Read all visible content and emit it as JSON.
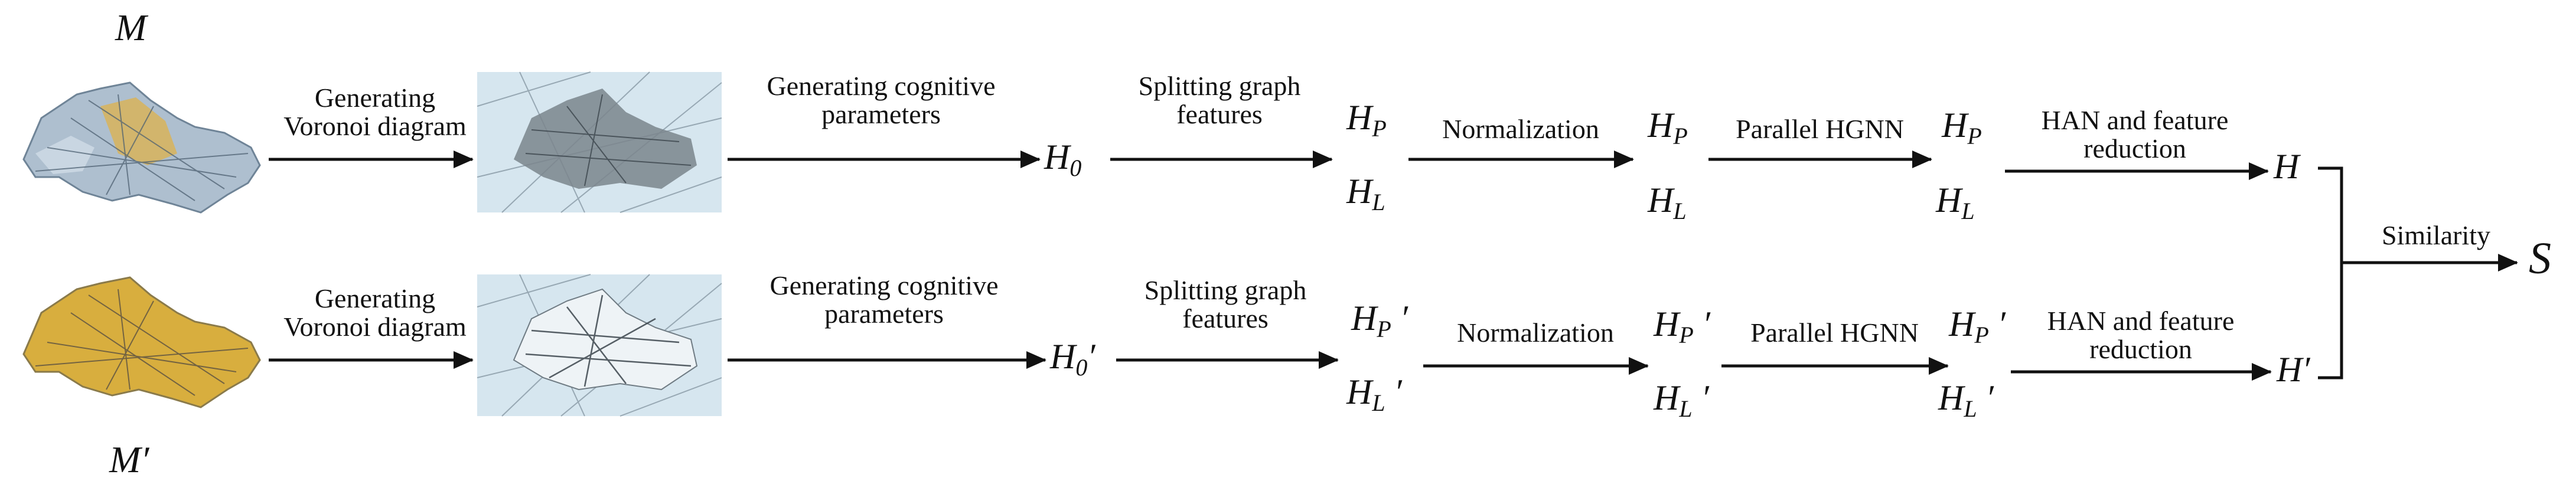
{
  "top": {
    "map_label": "M",
    "step1": "Generating\nVoronoi diagram",
    "step2": "Generating cognitive\nparameters",
    "h0": {
      "base": "H",
      "sub": "0",
      "prime": ""
    },
    "step3": "Splitting graph\nfeatures",
    "hp1": {
      "base": "H",
      "sub": "P",
      "prime": ""
    },
    "hl1": {
      "base": "H",
      "sub": "L",
      "prime": ""
    },
    "step4": "Normalization",
    "hp2": {
      "base": "H",
      "sub": "P",
      "prime": ""
    },
    "hl2": {
      "base": "H",
      "sub": "L",
      "prime": ""
    },
    "step5": "Parallel HGNN",
    "hp3": {
      "base": "H",
      "sub": "P",
      "prime": ""
    },
    "hl3": {
      "base": "H",
      "sub": "L",
      "prime": ""
    },
    "step6": "HAN and feature\nreduction",
    "hout": "H"
  },
  "bottom": {
    "map_label": "M′",
    "step1": "Generating\nVoronoi diagram",
    "step2": "Generating cognitive\nparameters",
    "h0": {
      "base": "H",
      "sub": "0",
      "prime": "′"
    },
    "step3": "Splitting graph\nfeatures",
    "hp1": {
      "base": "H",
      "sub": "P",
      "prime": " ′"
    },
    "hl1": {
      "base": "H",
      "sub": "L",
      "prime": " ′"
    },
    "step4": "Normalization",
    "hp2": {
      "base": "H",
      "sub": "P",
      "prime": " ′"
    },
    "hl2": {
      "base": "H",
      "sub": "L",
      "prime": " ′"
    },
    "step5": "Parallel HGNN",
    "hp3": {
      "base": "H",
      "sub": "P",
      "prime": " ′"
    },
    "hl3": {
      "base": "H",
      "sub": "L",
      "prime": " ′"
    },
    "step6": "HAN and feature\nreduction",
    "hout": "H′"
  },
  "merge": {
    "label": "Similarity",
    "result": "S"
  },
  "colors": {
    "map_top": "#aebfcf",
    "map_bottom": "#d8ae3e",
    "voronoi_bg": "#d6e6ef",
    "ink": "#111111"
  }
}
